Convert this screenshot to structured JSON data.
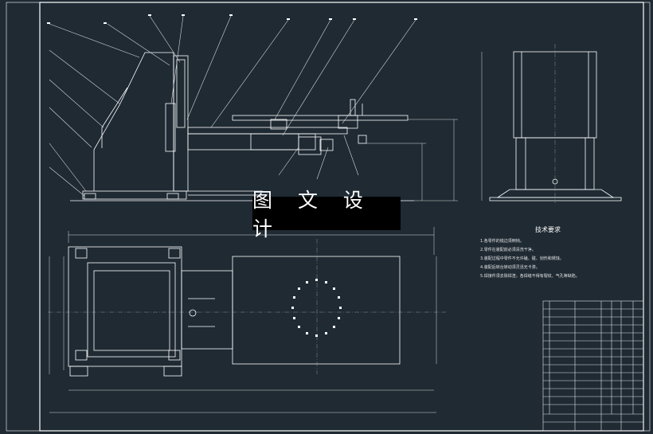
{
  "watermark": {
    "text": "图 文 设 计"
  },
  "tech_requirements": {
    "title": "技术要求",
    "notes": [
      "1.各零件的锐边须倒钝。",
      "2.零件在装配前必须清洗干净。",
      "3.装配过程中零件不允许磕、碰、划伤和锈蚀。",
      "4.装配后转台转动须灵活无卡滞。",
      "5.焊接件须去除焊渣，各焊缝不得有裂纹、气孔等缺陷。"
    ]
  },
  "colors": {
    "background": "#1f2a33",
    "lines": "#ffffff",
    "dim_lines": "#d9d9d9"
  }
}
